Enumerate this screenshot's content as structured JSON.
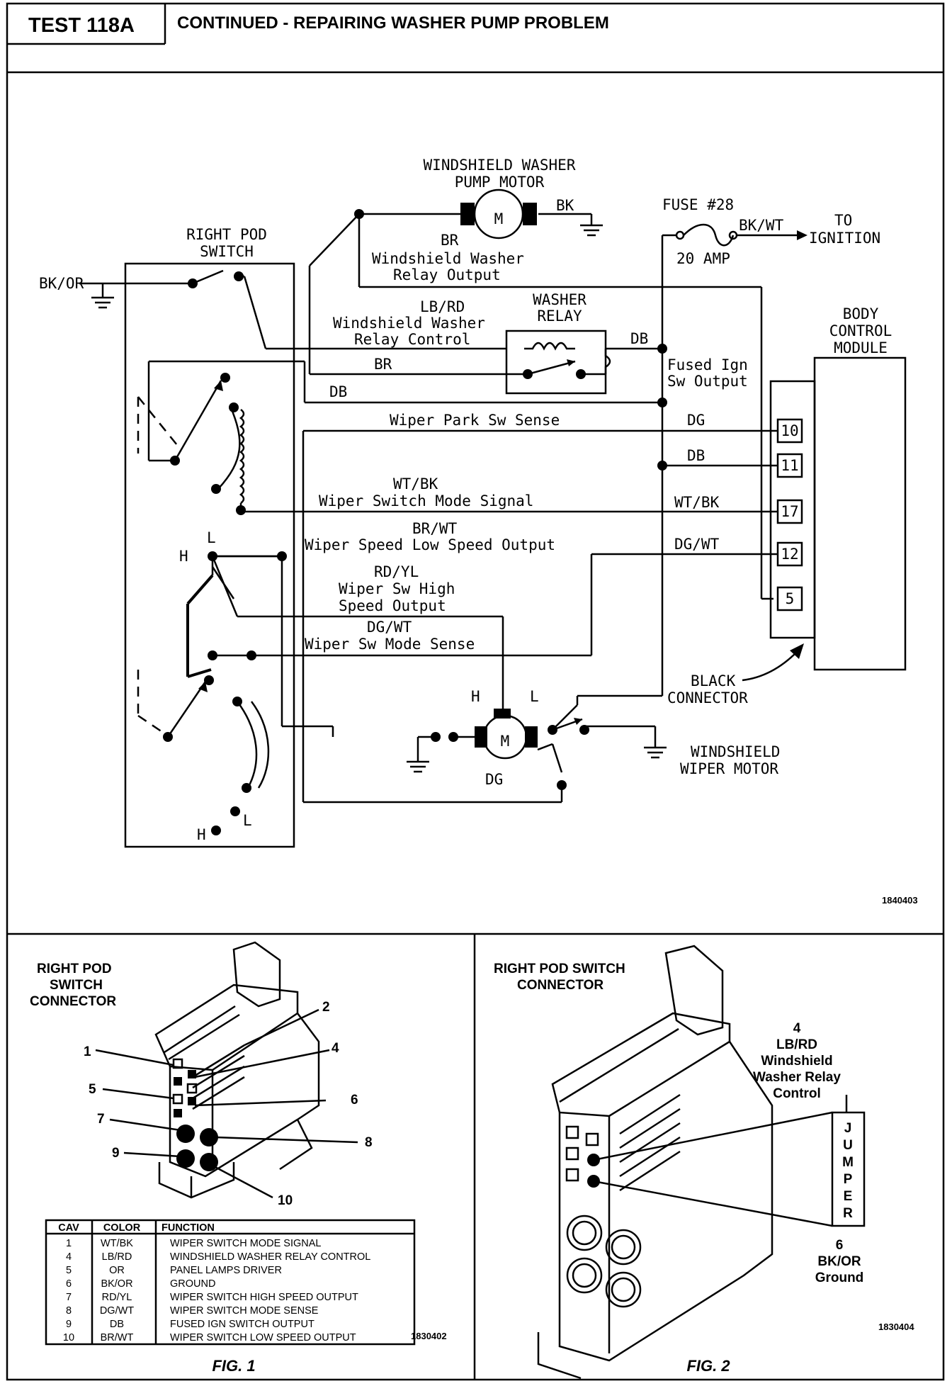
{
  "header": {
    "test_id": "TEST 118A",
    "title": "CONTINUED - REPAIRING WASHER PUMP PROBLEM"
  },
  "schematic": {
    "pump_motor_title": [
      "WINDSHIELD WASHER",
      "PUMP MOTOR"
    ],
    "motor_letter": "M",
    "bk": "BK",
    "br": "BR",
    "washer_relay_output": [
      "Windshield Washer",
      "Relay Output"
    ],
    "fuse_title": "FUSE #28",
    "bk_wt": "BK/WT",
    "to_ignition": [
      "TO",
      "IGNITION"
    ],
    "amp": "20 AMP",
    "right_pod_switch": [
      "RIGHT POD",
      "SWITCH"
    ],
    "bk_or": "BK/OR",
    "lb_rd": "LB/RD",
    "relay_control": [
      "Windshield Washer",
      "Relay Control"
    ],
    "washer_relay": [
      "WASHER",
      "RELAY"
    ],
    "db": "DB",
    "br2": "BR",
    "db2": "DB",
    "fused_ign": [
      "Fused Ign",
      "Sw Output"
    ],
    "bcm": [
      "BODY",
      "CONTROL",
      "MODULE"
    ],
    "park_sense": "Wiper Park Sw Sense",
    "dg": "DG",
    "pin10": "10",
    "db3": "DB",
    "pin11": "11",
    "wt_bk": "WT/BK",
    "mode_signal": "Wiper Switch Mode Signal",
    "wt_bk2": "WT/BK",
    "pin17": "17",
    "br_wt": "BR/WT",
    "low_speed": "Wiper Speed Low Speed Output",
    "dg_wt": "DG/WT",
    "pin12": "12",
    "h1": "H",
    "l1": "L",
    "rd_yl": "RD/YL",
    "high_speed": [
      "Wiper Sw High",
      "Speed Output"
    ],
    "pin5": "5",
    "dg_wt2": "DG/WT",
    "mode_sense": "Wiper Sw Mode Sense",
    "black_connector": [
      "BLACK",
      "CONNECTOR"
    ],
    "h2": "H",
    "l2": "L",
    "wiper_motor": [
      "WINDSHIELD",
      "WIPER MOTOR"
    ],
    "dg2": "DG",
    "h3": "H",
    "l3": "L",
    "code": "1840403"
  },
  "fig1": {
    "title": [
      "RIGHT POD",
      "SWITCH",
      "CONNECTOR"
    ],
    "callouts": [
      "1",
      "2",
      "4",
      "5",
      "6",
      "7",
      "8",
      "9",
      "10"
    ],
    "table": {
      "headers": [
        "CAV",
        "COLOR",
        "FUNCTION"
      ],
      "rows": [
        [
          "1",
          "WT/BK",
          "WIPER SWITCH MODE SIGNAL"
        ],
        [
          "4",
          "LB/RD",
          "WINDSHIELD WASHER RELAY CONTROL"
        ],
        [
          "5",
          "OR",
          "PANEL LAMPS DRIVER"
        ],
        [
          "6",
          "BK/OR",
          "GROUND"
        ],
        [
          "7",
          "RD/YL",
          "WIPER SWITCH HIGH SPEED OUTPUT"
        ],
        [
          "8",
          "DG/WT",
          "WIPER SWITCH MODE SENSE"
        ],
        [
          "9",
          "DB",
          "FUSED IGN SWITCH OUTPUT"
        ],
        [
          "10",
          "BR/WT",
          "WIPER SWITCH LOW SPEED OUTPUT"
        ]
      ]
    },
    "code": "1830402",
    "caption": "FIG. 1"
  },
  "fig2": {
    "title": [
      "RIGHT POD SWITCH",
      "CONNECTOR"
    ],
    "callout4": [
      "4",
      "LB/RD",
      "Windshield",
      "Washer Relay",
      "Control"
    ],
    "jumper": [
      "J",
      "U",
      "M",
      "P",
      "E",
      "R"
    ],
    "callout6": [
      "6",
      "BK/OR",
      "Ground"
    ],
    "code": "1830404",
    "caption": "FIG. 2"
  }
}
